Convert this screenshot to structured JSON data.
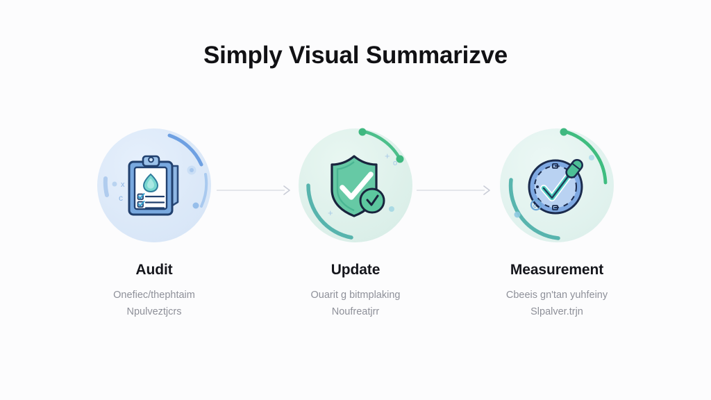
{
  "page": {
    "title": "Simply Visual Summarizve",
    "background_color": "#fcfcfd",
    "title_color": "#111114"
  },
  "steps": [
    {
      "id": "audit",
      "title": "Audit",
      "desc_line1": "Onefiec/thephtaim",
      "desc_line2": "Npulveztjcrs",
      "icon_name": "clipboard-checklist-icon",
      "disc_color": "#dde9f9",
      "accent_color": "#4a86d8",
      "arc_top_color": "#5b93de",
      "arc_bottom_color": "#a8c7ec"
    },
    {
      "id": "update",
      "title": "Update",
      "desc_line1": "Ouarit g bitmplaking",
      "desc_line2": "Noufreatjrr",
      "icon_name": "shield-check-icon",
      "disc_color": "#dff1ec",
      "accent_color": "#5ec5a0",
      "arc_top_color": "#4cbf8b",
      "arc_bottom_color": "#3fa9a2"
    },
    {
      "id": "measurement",
      "title": "Measurement",
      "desc_line1": "Cbeeis gn'tan yuhfeiny",
      "desc_line2": "Slpalver.trjn",
      "icon_name": "gauge-check-icon",
      "disc_color": "#e2f2ef",
      "accent_color": "#7aa9e4",
      "arc_top_color": "#3fbd80",
      "arc_bottom_color": "#3fa9a2"
    }
  ],
  "connectors": [
    {
      "id": "arrow-1",
      "icon_name": "arrow-right-icon",
      "color": "#dcdee5"
    },
    {
      "id": "arrow-2",
      "icon_name": "arrow-right-icon",
      "color": "#dcdee5"
    }
  ]
}
